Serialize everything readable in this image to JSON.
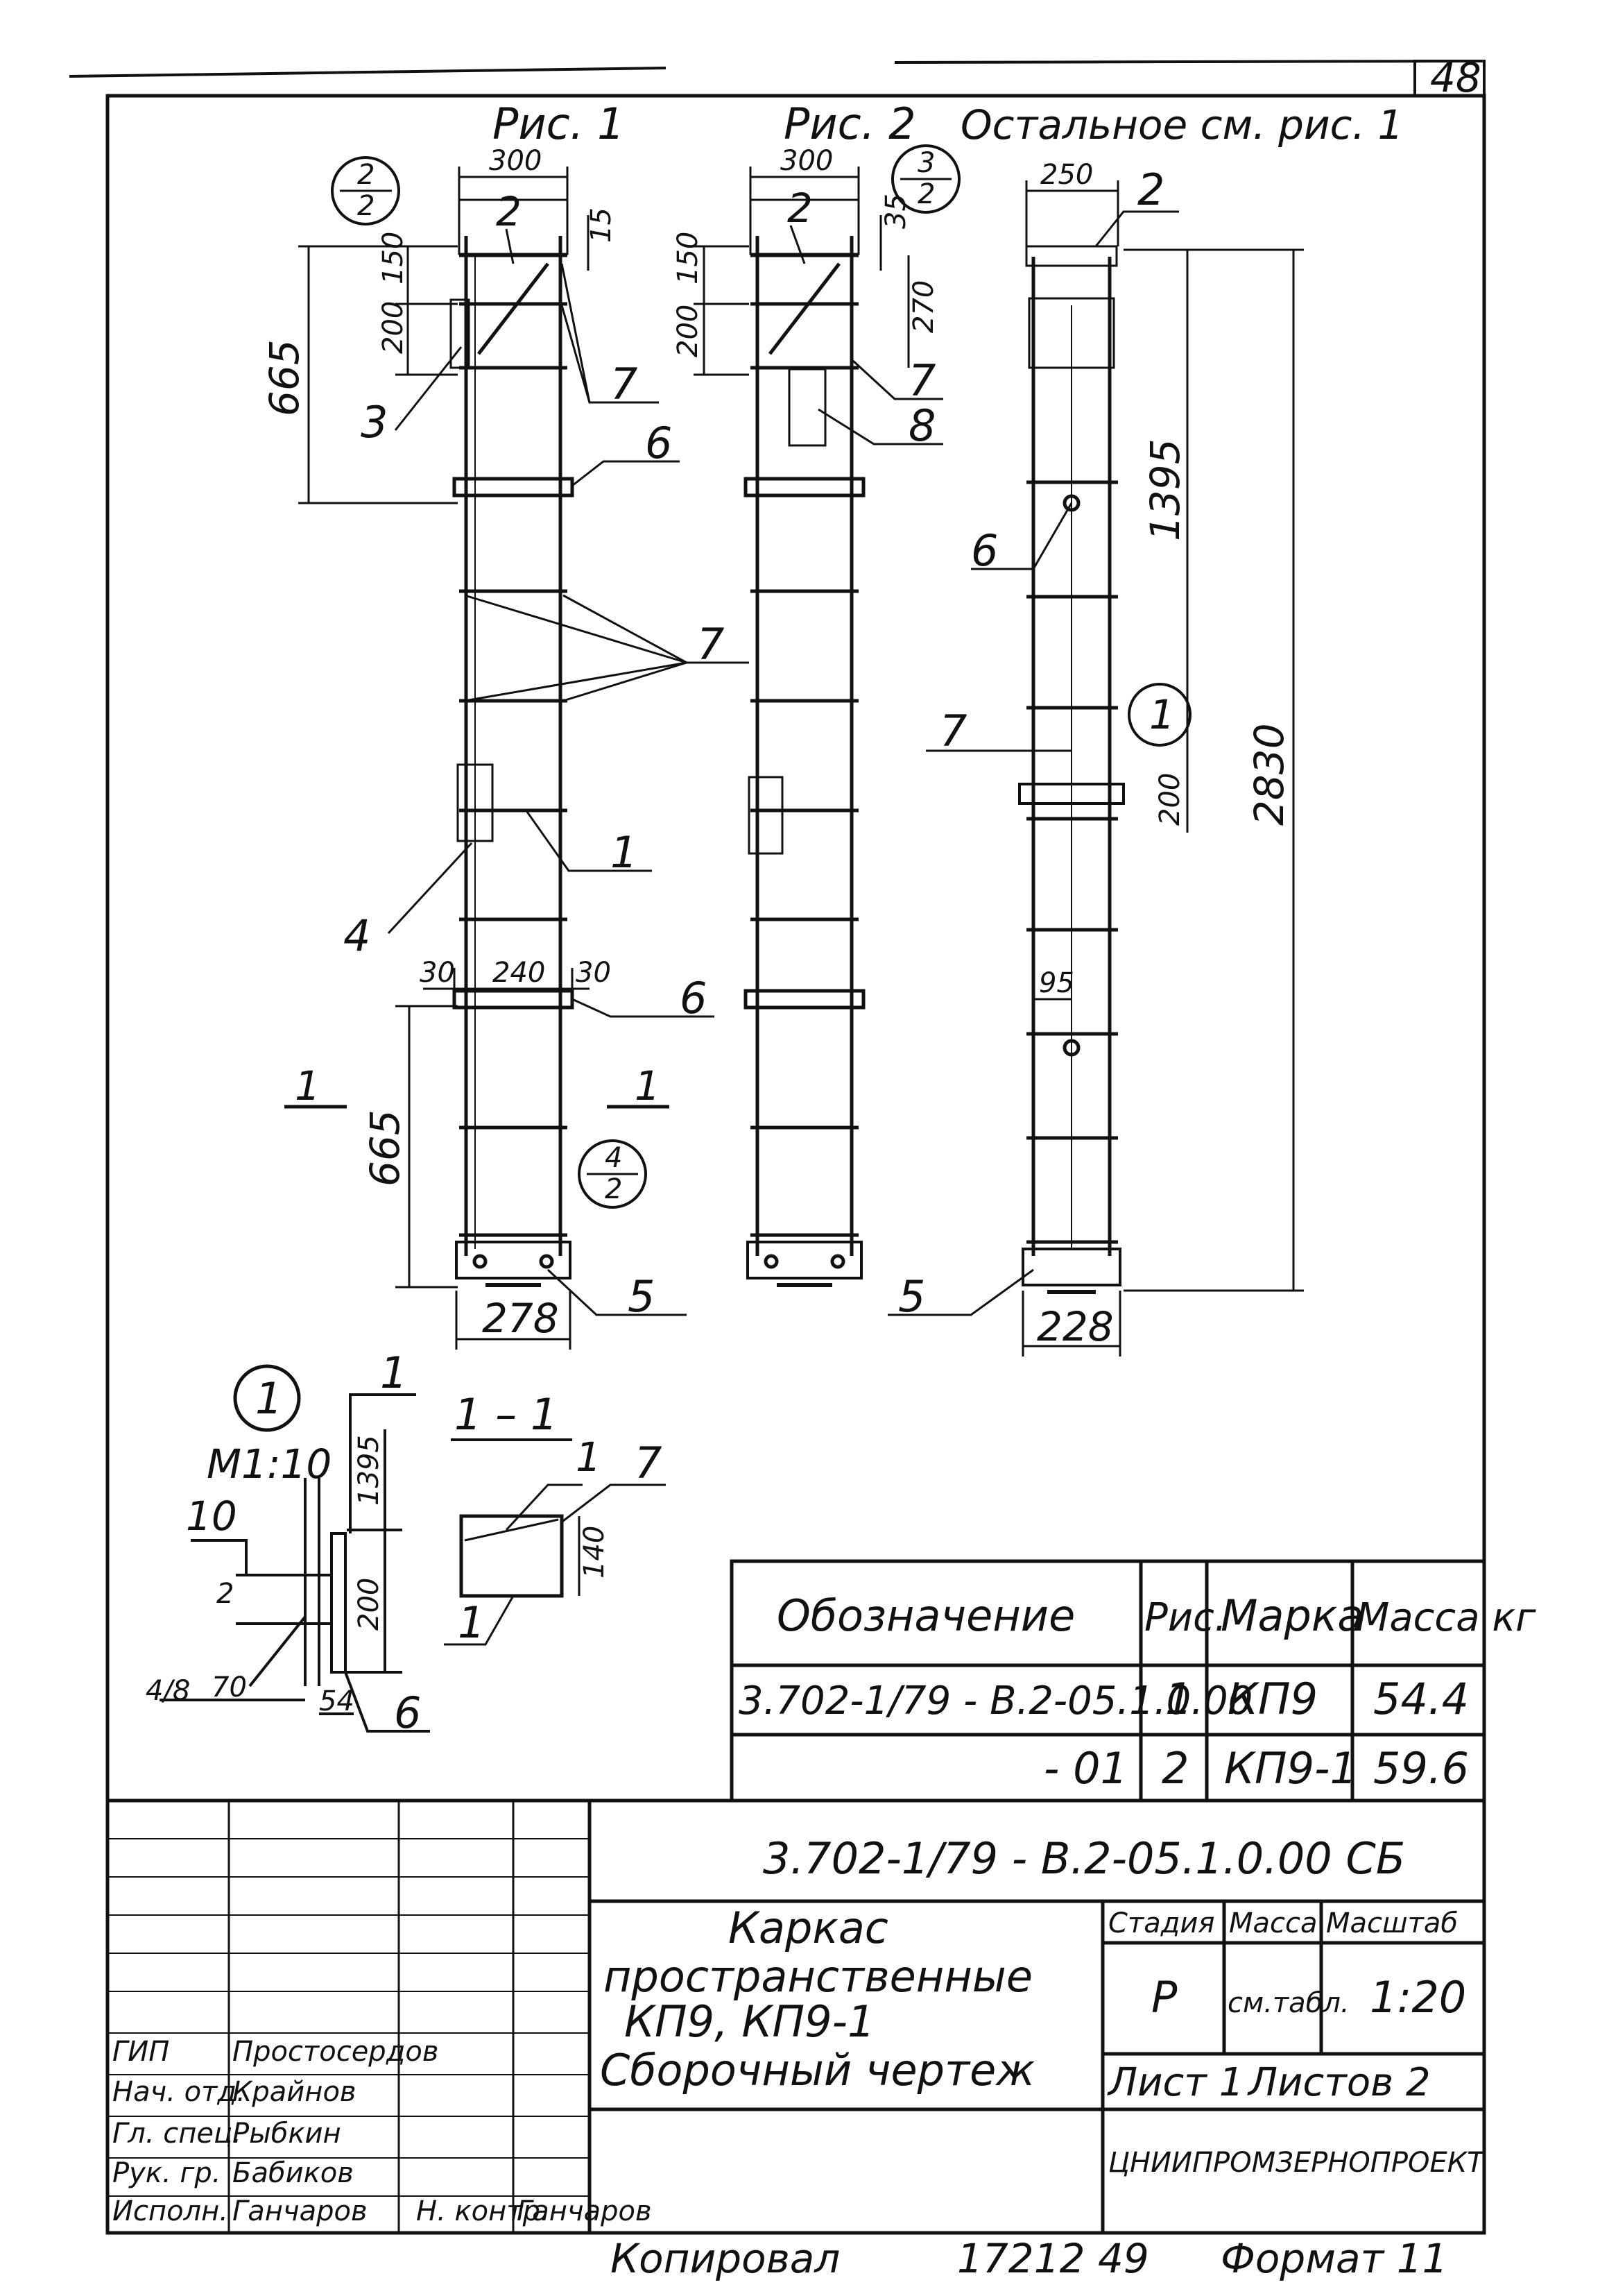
{
  "sheet": {
    "number": "48",
    "fig1_title": "Рис. 1",
    "fig2_title": "Рис. 2",
    "fig2_note": "Остальное см. рис. 1",
    "copied_by": "Копировал",
    "copy_info": "17212 49",
    "format": "Формат 11"
  },
  "fig1": {
    "dim_top_width": "300",
    "dim_top_offset": "15",
    "dim_150": "150",
    "dim_200": "200",
    "dim_665_top": "665",
    "dim_665_bottom": "665",
    "dim_30_left": "30",
    "dim_240": "240",
    "dim_30_right": "30",
    "dim_278": "278",
    "marker_top": {
      "num": "2",
      "den": "2"
    },
    "marker_bottom": {
      "num": "4",
      "den": "2"
    },
    "section_cut": "1",
    "callouts": [
      "2",
      "3",
      "7",
      "6",
      "7",
      "1",
      "4",
      "6",
      "5"
    ]
  },
  "fig2": {
    "dim_top_width": "300",
    "dim_35": "35",
    "dim_150": "150",
    "dim_200": "200",
    "dim_270": "270",
    "marker_top": {
      "num": "3",
      "den": "2"
    },
    "section_cut": "1",
    "callouts": [
      "2",
      "7",
      "8"
    ]
  },
  "fig3": {
    "dim_top_width": "250",
    "dim_1395": "1395",
    "dim_2830": "2830",
    "dim_200": "200",
    "dim_95": "95",
    "dim_228": "228",
    "detail_marker": "1",
    "callouts": [
      "2",
      "6",
      "7",
      "5"
    ]
  },
  "detail1": {
    "marker": "1",
    "scale": "М1:10",
    "dim_1395": "1395",
    "dim_200": "200",
    "dim_70": "70",
    "dim_54": "54",
    "dim_frac": "4/8",
    "dim_2": "2",
    "callouts": [
      "1",
      "10",
      "6"
    ]
  },
  "section11": {
    "title": "1 – 1",
    "dim_140": "140",
    "callouts": [
      "1",
      "7",
      "1"
    ]
  },
  "spec_table": {
    "headers": [
      "Обозначение",
      "Рис.",
      "Марка",
      "Масса кг"
    ],
    "rows": [
      [
        "3.702-1/79 - В.2-05.1.0.00",
        "1",
        "КП9",
        "54.4"
      ],
      [
        "- 01",
        "2",
        "КП9-1",
        "59.6"
      ]
    ]
  },
  "title_block": {
    "doc_code": "3.702-1/79 - В.2-05.1.0.00 СБ",
    "name_line1": "Каркас",
    "name_line2": "пространственные",
    "name_line3": "КП9, КП9-1",
    "name_line4": "Сборочный чертеж",
    "stage_label": "Стадия",
    "mass_label": "Масса",
    "scale_label": "Масштаб",
    "stage_value": "Р",
    "mass_value": "см.табл.",
    "scale_value": "1:20",
    "sheet_label": "Лист 1",
    "sheets_label": "Листов 2",
    "organization": "ЦНИИПРОМЗЕРНОПРОЕКТ",
    "signers": [
      {
        "role": "ГИП",
        "name": "Простосердов"
      },
      {
        "role": "Нач. отд.",
        "name": "Крайнов"
      },
      {
        "role": "Гл. спец.",
        "name": "Рыбкин"
      },
      {
        "role": "Рук. гр.",
        "name": "Бабиков"
      },
      {
        "role": "Исполн.",
        "name": "Ганчаров"
      },
      {
        "role": "Н. контр.",
        "name": "Ганчаров"
      }
    ]
  }
}
